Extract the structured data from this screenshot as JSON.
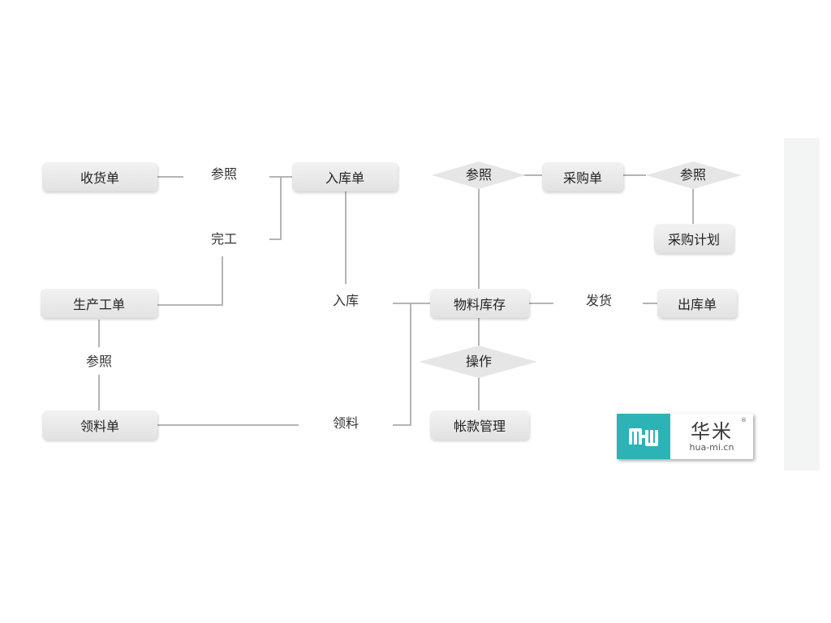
{
  "diagram": {
    "nodes": {
      "receipt": "收货单",
      "stock_in_order": "入库单",
      "purchase_order": "采购单",
      "purchase_plan": "采购计划",
      "production_order": "生产工单",
      "inventory": "物料库存",
      "stock_out_order": "出库单",
      "material_requisition": "领料单",
      "account_management": "帐款管理"
    },
    "diamonds": {
      "reference_left": "参照",
      "reference_right": "参照",
      "operation": "操作"
    },
    "labels": {
      "reference_top": "参照",
      "completion": "完工",
      "stock_in": "入库",
      "shipping": "发货",
      "reference_mid": "参照",
      "requisition": "领料"
    }
  },
  "watermark": {
    "brand_cn": "华米",
    "domain": "hua-mi.cn",
    "mark": "®"
  },
  "colors": {
    "line": "#b5b5b5",
    "node_fill": "#e8e8e8",
    "brand": "#2bb3b6"
  }
}
